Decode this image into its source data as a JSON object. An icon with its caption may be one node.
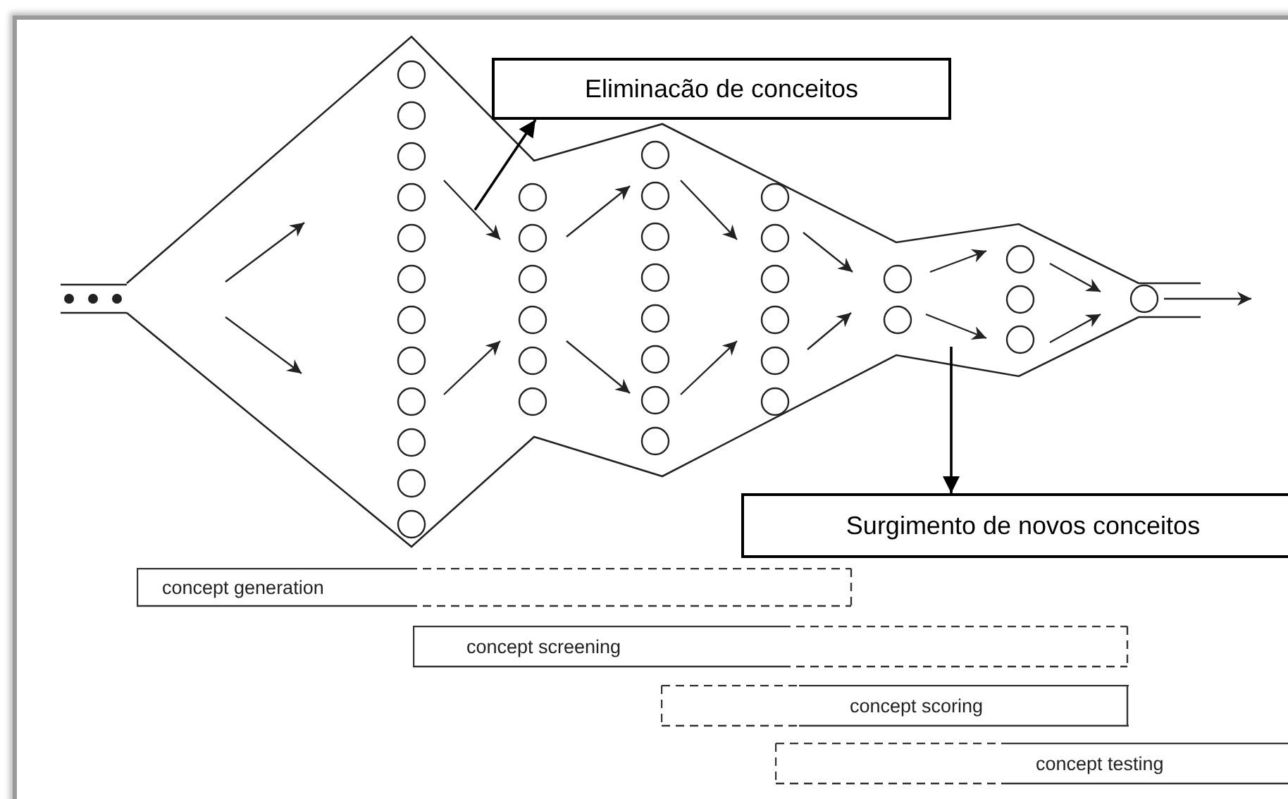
{
  "diagram": {
    "nodes": [
      {
        "text": [
          "Eliminacão de conceitos"
        ]
      },
      {
        "text": [
          "Surgimento de novos conceitos"
        ]
      },
      {
        "text": [
          "concept generation"
        ]
      },
      {
        "text": [
          "concept screening"
        ]
      },
      {
        "text": [
          "concept scoring"
        ]
      },
      {
        "text": [
          "concept testing"
        ]
      }
    ],
    "edges": [
      {
        "from": null,
        "to": 0,
        "arrow": "to"
      },
      {
        "from": null,
        "to": 1,
        "arrow": "to"
      }
    ]
  }
}
